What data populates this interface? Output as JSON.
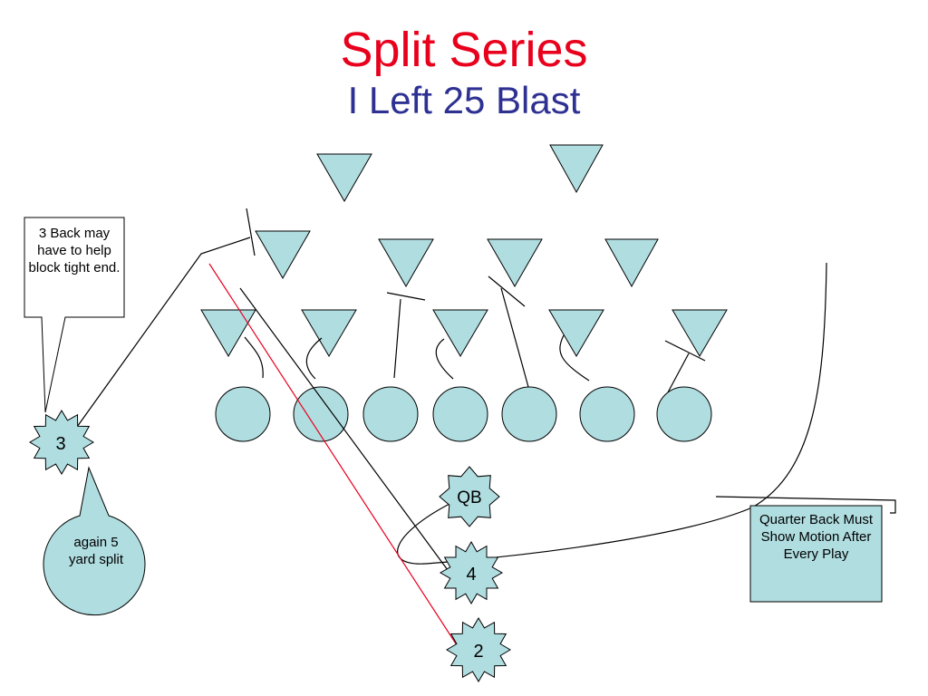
{
  "title": "Split Series",
  "subtitle": "I Left 25 Blast",
  "colors": {
    "title": "#e8001c",
    "subtitle": "#2e3192",
    "shape_fill": "#b0dde0",
    "stroke": "#000000",
    "blast_path": "#e8001c"
  },
  "players": {
    "back_3": "3",
    "qb": "QB",
    "back_4": "4",
    "back_2": "2"
  },
  "callouts": {
    "back_block": "3 Back may have to help block tight end.",
    "split": "again 5 yard split",
    "qb_motion": "Quarter Back Must Show Motion After Every Play"
  }
}
